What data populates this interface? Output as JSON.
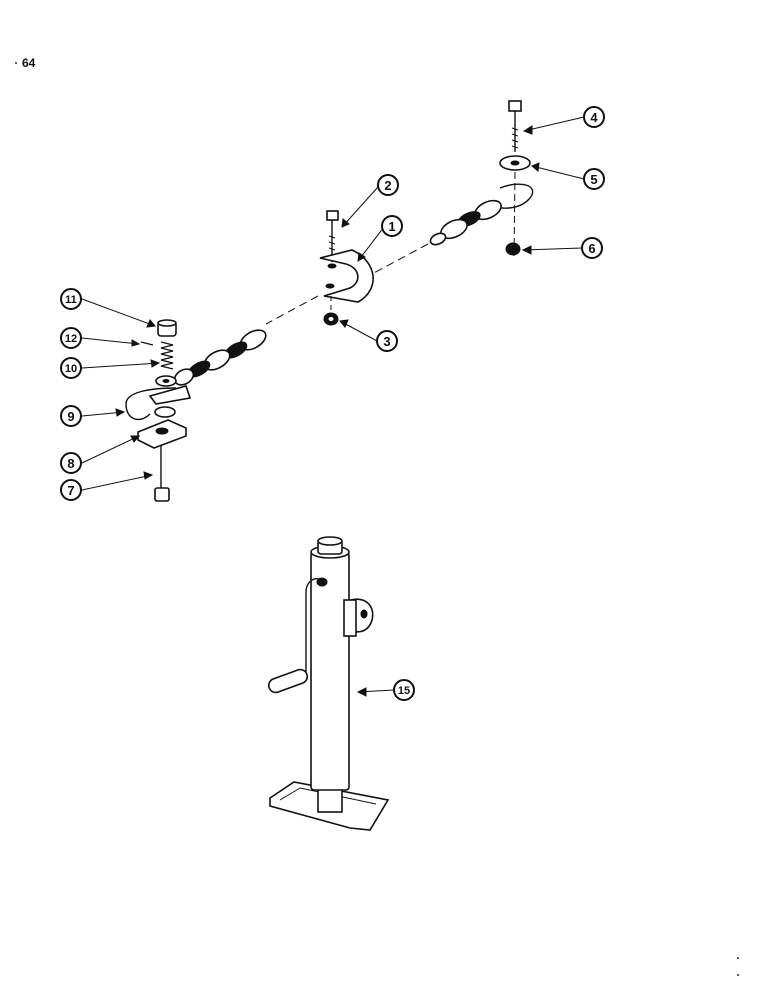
{
  "page": {
    "number": "64"
  },
  "callouts": [
    {
      "id": "1",
      "label": "1"
    },
    {
      "id": "2",
      "label": "2"
    },
    {
      "id": "3",
      "label": "3"
    },
    {
      "id": "4",
      "label": "4"
    },
    {
      "id": "5",
      "label": "5"
    },
    {
      "id": "6",
      "label": "6"
    },
    {
      "id": "7",
      "label": "7"
    },
    {
      "id": "8",
      "label": "8"
    },
    {
      "id": "9",
      "label": "9"
    },
    {
      "id": "10",
      "label": "10"
    },
    {
      "id": "11",
      "label": "11"
    },
    {
      "id": "12",
      "label": "12"
    },
    {
      "id": "15",
      "label": "15"
    }
  ]
}
